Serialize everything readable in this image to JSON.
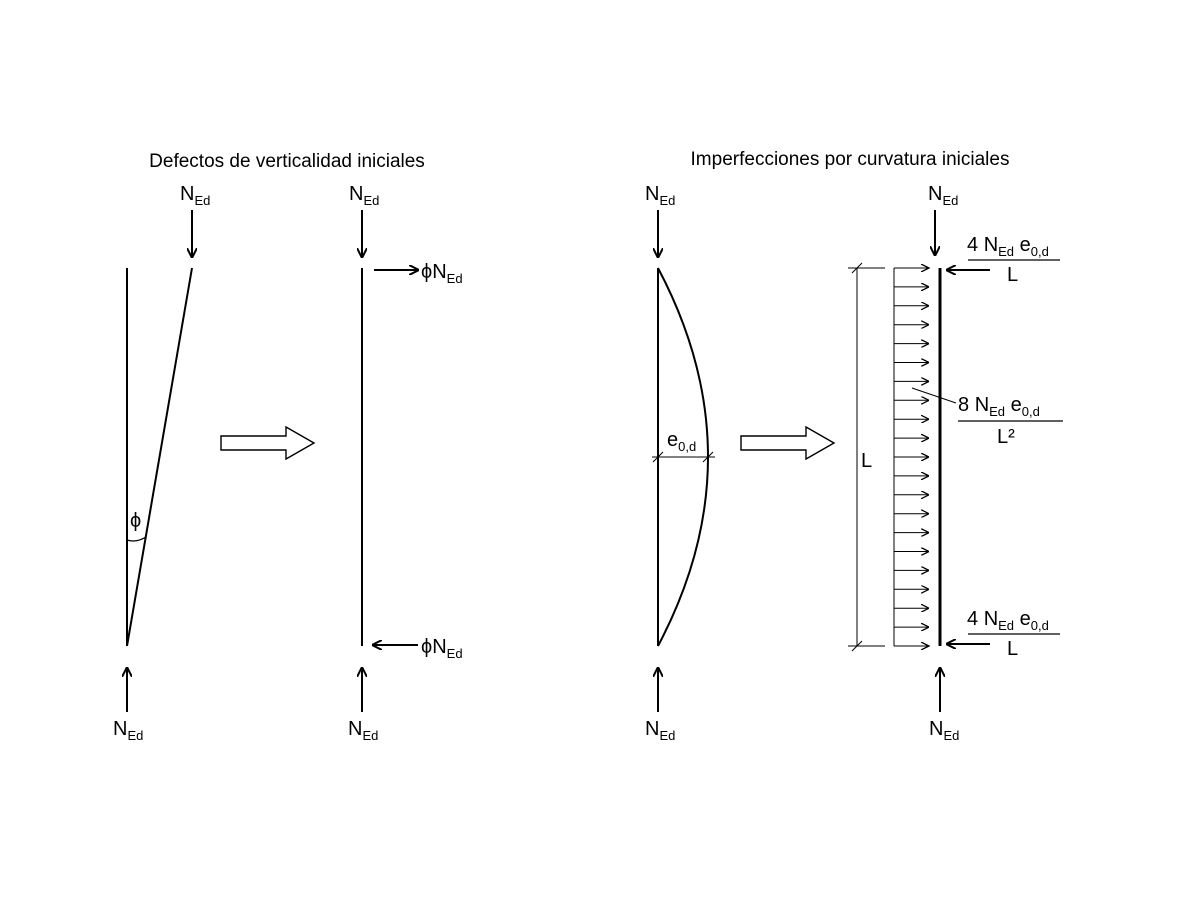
{
  "titles": {
    "left": "Defectos de verticalidad iniciales",
    "right": "Imperfecciones por curvatura iniciales"
  },
  "force": {
    "main": "N",
    "sub": "Ed"
  },
  "angle": {
    "symbol": "ϕ"
  },
  "horizontal_force": {
    "prefix": "ϕ",
    "main": "N",
    "sub": "Ed"
  },
  "eccentricity": {
    "main": "e",
    "sub": "0,d"
  },
  "length": {
    "symbol": "L"
  },
  "end_force": {
    "coef": "4",
    "n_main": "N",
    "n_sub": "Ed",
    "e_main": "e",
    "e_sub": "0,d",
    "denominator": "L"
  },
  "distributed_load": {
    "coef": "8",
    "n_main": "N",
    "n_sub": "Ed",
    "e_main": "e",
    "e_sub": "0,d",
    "denominator": "L²"
  },
  "colors": {
    "ink": "#000000",
    "background": "#ffffff"
  }
}
